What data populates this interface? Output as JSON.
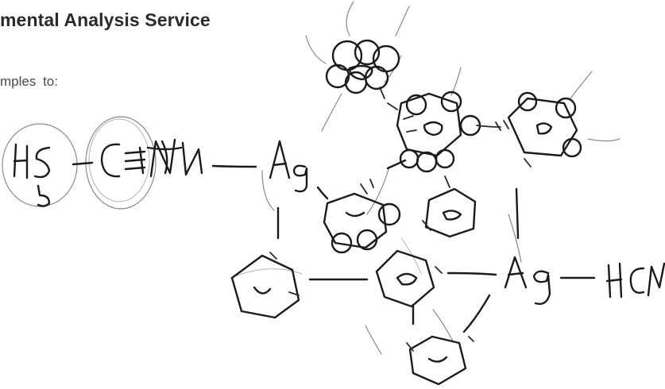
{
  "document": {
    "title": "mental Analysis Service",
    "intro": "mples to:"
  },
  "sketch": {
    "description_icon": "hand-drawn-molecule-drawing",
    "labels": {
      "silver_left": "Ag",
      "silver_right": "Ag",
      "ligand_left": "H5C—C≡N",
      "ligand_right": "HCN"
    },
    "ink_color": "#1b1b1b"
  }
}
